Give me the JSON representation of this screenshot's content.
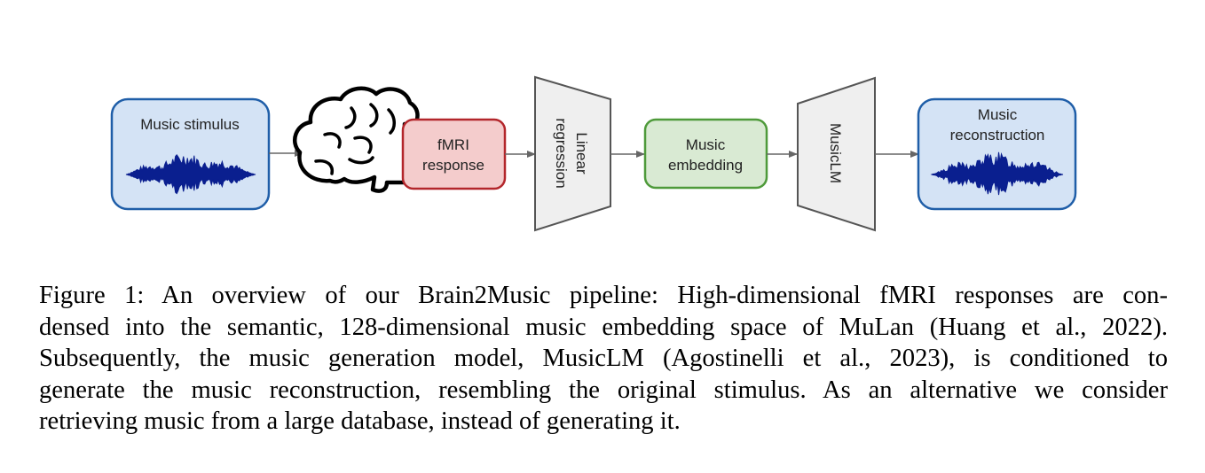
{
  "diagram": {
    "music_stimulus": {
      "label": "Music stimulus",
      "fill": "#d4e3f5",
      "stroke": "#1f5ea8"
    },
    "fmri_response": {
      "label_line1": "fMRI",
      "label_line2": "response",
      "fill": "#f4cccc",
      "stroke": "#b3262b"
    },
    "linear_regression": {
      "label_line1": "Linear",
      "label_line2": "regression",
      "fill": "#efefef",
      "stroke": "#555555"
    },
    "music_embedding": {
      "label_line1": "Music",
      "label_line2": "embedding",
      "fill": "#d9ead3",
      "stroke": "#4e9a3a"
    },
    "musiclm": {
      "label": "MusicLM",
      "fill": "#efefef",
      "stroke": "#555555"
    },
    "music_reconstruction": {
      "label_line1": "Music",
      "label_line2": "reconstruction",
      "fill": "#d4e3f5",
      "stroke": "#1f5ea8"
    },
    "waveform_color": "#0a1f8f",
    "arrow_color": "#666666"
  },
  "caption": {
    "line1": "Figure 1: An overview of our Brain2Music pipeline: High-dimensional fMRI responses are con-",
    "line2": "densed into the semantic, 128-dimensional music embedding space of MuLan (Huang et al., 2022).",
    "line3": "Subsequently, the music generation model, MusicLM (Agostinelli et al., 2023), is conditioned to",
    "line4": "generate the music reconstruction, resembling the original stimulus. As an alternative we consider",
    "line5": "retrieving music from a large database, instead of generating it."
  }
}
